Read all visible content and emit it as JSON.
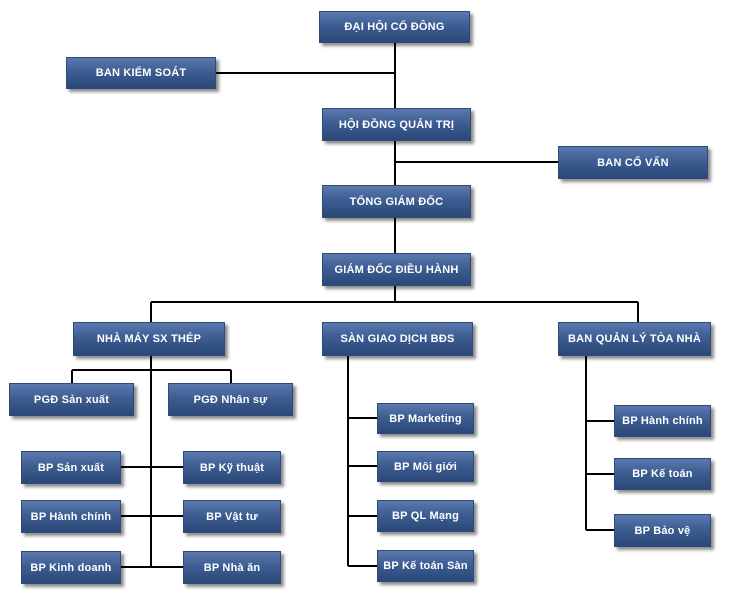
{
  "nodes": {
    "dai_hoi_co_dong": "ĐẠI HỘI CỔ ĐÔNG",
    "ban_kiem_soat": "BAN KIỂM SOÁT",
    "hoi_dong_quan_tri": "HỘI ĐỒNG QUẢN TRỊ",
    "ban_co_van": "BAN CỐ VẤN",
    "tong_giam_doc": "TỔNG GIÁM ĐỐC",
    "giam_doc_dieu_hanh": "GIÁM ĐỐC ĐIỀU HÀNH",
    "nha_may_sx_thep": "NHÀ MÁY SX THÉP",
    "san_giao_dich_bds": "SÀN GIAO DỊCH BĐS",
    "ban_quan_ly_toa_nha": "BAN QUẢN LÝ TÒA NHÀ",
    "pgd_san_xuat": "PGĐ Sản xuất",
    "pgd_nhan_su": "PGĐ Nhân sự",
    "bp_san_xuat": "BP Sản xuất",
    "bp_ky_thuat": "BP Kỹ thuật",
    "bp_hanh_chinh_nm": "BP Hành chính",
    "bp_vat_tu": "BP Vật tư",
    "bp_kinh_doanh": "BP Kinh doanh",
    "bp_nha_an": "BP Nhà ăn",
    "bp_marketing": "BP Marketing",
    "bp_moi_gioi": "BP Môi giới",
    "bp_ql_mang": "BP QL Mạng",
    "bp_ke_toan_san": "BP Kế toán Sàn",
    "bp_hanh_chinh_ql": "BP Hành chính",
    "bp_ke_toan_ql": "BP Kế toán",
    "bp_bao_ve": "BP Bảo vệ"
  }
}
